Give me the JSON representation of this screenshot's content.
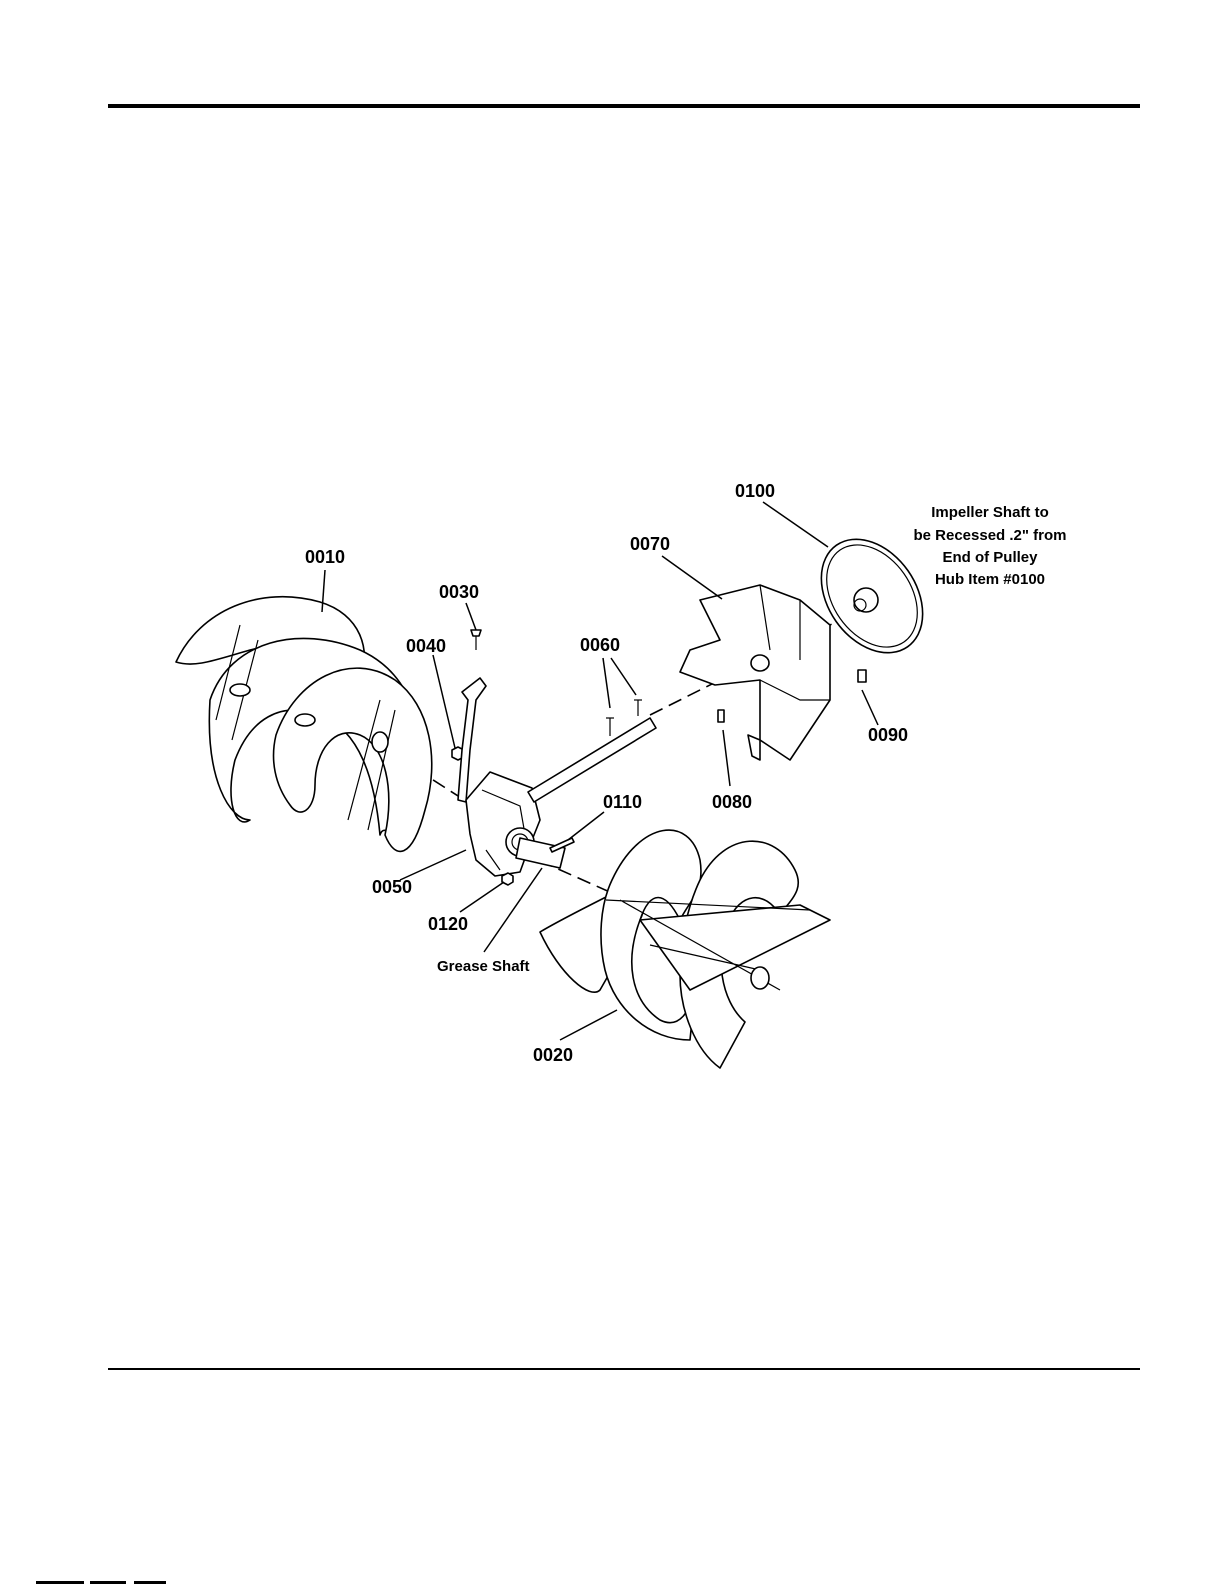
{
  "callouts": {
    "c0010": "0010",
    "c0020": "0020",
    "c0030": "0030",
    "c0040": "0040",
    "c0050": "0050",
    "c0060": "0060",
    "c0070": "0070",
    "c0080": "0080",
    "c0090": "0090",
    "c0100": "0100",
    "c0110": "0110",
    "c0120": "0120",
    "grease_shaft": "Grease Shaft"
  },
  "note": {
    "line1": "Impeller Shaft to",
    "line2": "be Recessed .2\" from",
    "line3": "End of Pulley",
    "line4": "Hub Item #0100"
  }
}
